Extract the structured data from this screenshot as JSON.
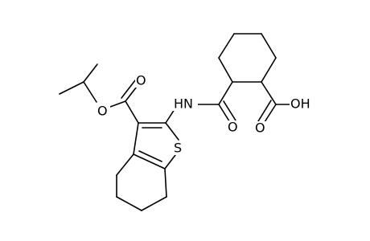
{
  "molecule": {
    "atoms": {
      "O_ester_carbonyl": "O",
      "O_ester": "O",
      "NH": "HN",
      "S": "S",
      "O_amide": "O",
      "O_acid_carbonyl": "O",
      "OH": "OH"
    }
  }
}
